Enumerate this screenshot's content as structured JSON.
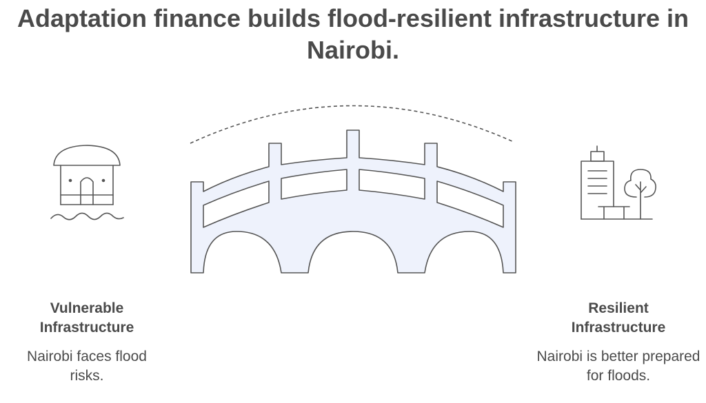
{
  "title": "Adaptation finance builds flood-resilient infrastructure in Nairobi.",
  "left": {
    "heading": "Vulnerable Infrastructure",
    "description": "Nairobi faces flood risks."
  },
  "right": {
    "heading": "Resilient Infrastructure",
    "description": "Nairobi is better prepared for floods."
  },
  "colors": {
    "text": "#4a4a4a",
    "stroke": "#555555",
    "bridge_fill": "#eef2fc"
  },
  "icons": {
    "left": "flooded-hut-icon",
    "center": "arched-bridge-icon",
    "right": "city-building-tree-icon"
  }
}
